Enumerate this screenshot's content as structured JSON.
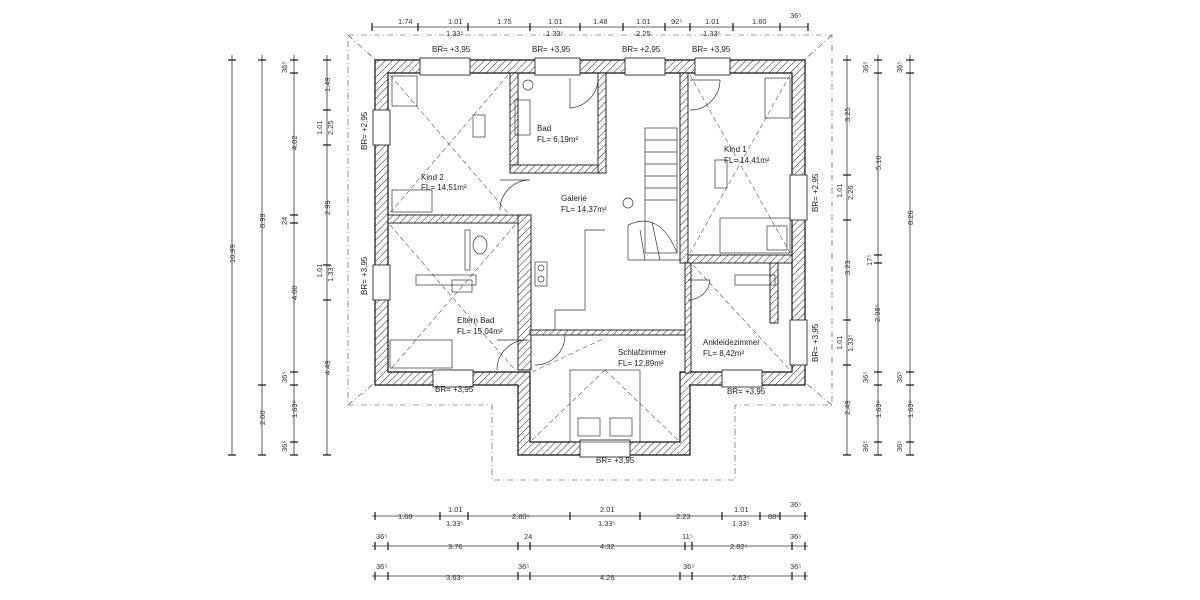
{
  "rooms": [
    {
      "name": "Kind 2",
      "area": "FL= 14,51m²"
    },
    {
      "name": "Bad",
      "area": "FL= 6,19m²"
    },
    {
      "name": "Galerie",
      "area": "FL= 14,37m²"
    },
    {
      "name": "Kind 1",
      "area": "FL= 14,41m²"
    },
    {
      "name": "Eltern Bad",
      "area": "FL= 15,04m²"
    },
    {
      "name": "Schlafzimmer",
      "area": "FL= 12,89m²"
    },
    {
      "name": "Ankleidezimmer",
      "area": "FL= 8,42m²"
    }
  ],
  "window_labels": {
    "top": [
      "BR= +3,95",
      "BR= +3,95",
      "BR= +2,95",
      "BR= +3,95"
    ],
    "left": [
      "BR= +2,95",
      "BR= +3,95"
    ],
    "right": [
      "BR= +2,95",
      "BR= +3,95"
    ],
    "bottom": [
      "BR= +3,95",
      "BR= +3,95",
      "BR= +3,95"
    ]
  },
  "dims_top": {
    "row1": [
      "1.74",
      "1.01",
      "1.75",
      "1.01",
      "1.48",
      "1.01",
      "92⁵",
      "1.01",
      "1.60",
      "36⁵"
    ],
    "row2": [
      "1.33⁵",
      "1.33⁵",
      "2.25",
      "1.33⁵"
    ]
  },
  "dims_bottom": {
    "row1": [
      "1.68",
      "1.01",
      "2.80⁵",
      "2.01",
      "2.23",
      "1.01",
      "88⁵",
      "36⁵"
    ],
    "row1_sub": [
      "1.33⁵",
      "1.33⁵",
      "1.33⁵"
    ],
    "row2": [
      "36⁵",
      "3.76",
      "24",
      "4.32",
      "11⁵",
      "2.82⁵",
      "36⁵"
    ],
    "row3": [
      "36⁵",
      "3.63⁵",
      "36⁵",
      "4.26",
      "36⁵",
      "2.63⁵",
      "36⁵"
    ]
  },
  "dims_left": {
    "outer": [
      "10.99"
    ],
    "mid": [
      "8.99",
      "2.00"
    ],
    "inner": [
      "36⁵",
      "4.02",
      "24",
      "4.00",
      "36⁵",
      "1.63⁵",
      "36⁵"
    ],
    "innermost": [
      "1.49",
      "1.01",
      "2.25",
      "2.99",
      "1.01",
      "1.33⁵",
      "4.49"
    ]
  },
  "dims_right": {
    "inner": [
      "3.25",
      "1.01",
      "2.26",
      "3.23",
      "2.98⁵",
      "1.01",
      "1.33⁵",
      "2.49"
    ],
    "mid": [
      "36⁵",
      "5.10",
      "17⁵",
      "36⁵",
      "1.63⁵",
      "36⁵"
    ],
    "outer": [
      "36⁵",
      "8.26",
      "36⁵",
      "1.63⁵",
      "36⁵"
    ]
  }
}
